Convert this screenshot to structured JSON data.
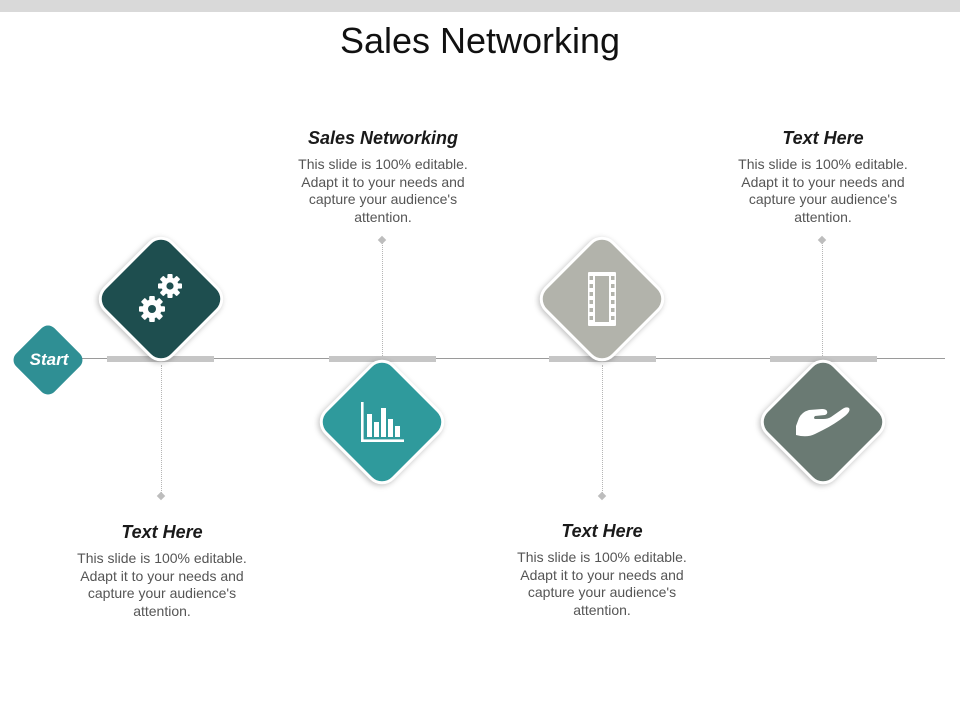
{
  "slide": {
    "title": "Sales Networking"
  },
  "start_label": "Start",
  "colors": {
    "dark_teal": "#1e4e4f",
    "teal": "#2f9a9c",
    "light_gray": "#b2b3ab",
    "slate": "#6a7a73",
    "start_teal": "#2f8f94",
    "line_gray": "#9a9a9a"
  },
  "steps": [
    {
      "icon": "gears-icon",
      "color": "dark_teal",
      "title": "Text Here",
      "body": "This slide is 100% editable. Adapt it to your needs and capture your audience's attention."
    },
    {
      "icon": "bar-chart-icon",
      "color": "teal",
      "title": "Sales Networking",
      "body": "This slide is 100% editable. Adapt it to your needs and capture your audience's attention."
    },
    {
      "icon": "film-strip-icon",
      "color": "light_gray",
      "title": "Text Here",
      "body": "This slide is 100% editable. Adapt it to your needs and capture your audience's attention."
    },
    {
      "icon": "hand-icon",
      "color": "slate",
      "title": "Text Here",
      "body": "This slide is 100% editable. Adapt it to your needs and capture your audience's attention."
    }
  ]
}
